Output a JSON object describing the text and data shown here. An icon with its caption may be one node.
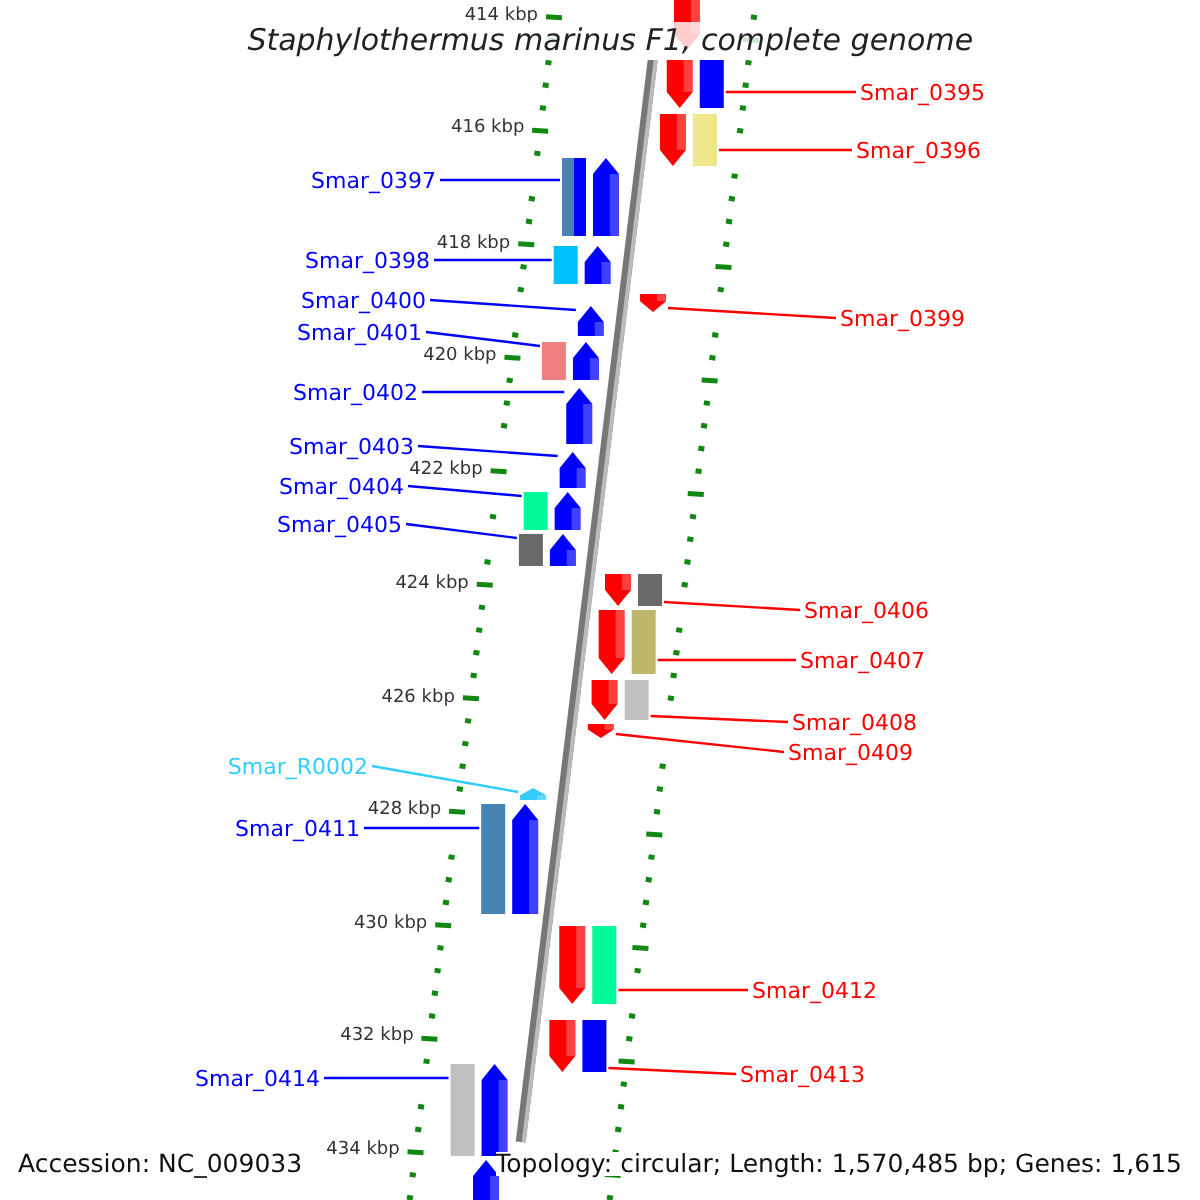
{
  "diagram": {
    "title": "Staphylothermus marinus F1, complete genome",
    "nodes": [
      {
        "text": [
          "Smar_0395"
        ]
      },
      {
        "text": [],
        "shape": "arrow"
      },
      {
        "text": [
          "Smar_0396"
        ]
      },
      {
        "text": [],
        "shape": "arrow"
      },
      {
        "text": [
          "Smar_0397"
        ]
      },
      {
        "text": [],
        "shape": "arrow"
      },
      {
        "text": [
          "Smar_0398"
        ]
      },
      {
        "text": [],
        "shape": "arrow"
      },
      {
        "text": [
          "Smar_0400"
        ]
      },
      {
        "text": [],
        "shape": "arrow"
      },
      {
        "text": [
          "Smar_0399"
        ]
      },
      {
        "text": [],
        "shape": "arrow"
      },
      {
        "text": [
          "Smar_0401"
        ]
      },
      {
        "text": [],
        "shape": "arrow"
      },
      {
        "text": [
          "Smar_0402"
        ]
      },
      {
        "text": [],
        "shape": "arrow"
      },
      {
        "text": [
          "Smar_0403"
        ]
      },
      {
        "text": [],
        "shape": "arrow"
      },
      {
        "text": [
          "Smar_0404"
        ]
      },
      {
        "text": [],
        "shape": "arrow"
      },
      {
        "text": [
          "Smar_0405"
        ]
      },
      {
        "text": [],
        "shape": "arrow"
      },
      {
        "text": [
          "Smar_0406"
        ]
      },
      {
        "text": [],
        "shape": "arrow"
      },
      {
        "text": [
          "Smar_0407"
        ]
      },
      {
        "text": [],
        "shape": "arrow"
      },
      {
        "text": [
          "Smar_0408"
        ]
      },
      {
        "text": [],
        "shape": "arrow"
      },
      {
        "text": [
          "Smar_0409"
        ]
      },
      {
        "text": [],
        "shape": "arrow"
      },
      {
        "text": [
          "Smar_R0002"
        ]
      },
      {
        "text": [],
        "shape": "arrow"
      },
      {
        "text": [
          "Smar_0411"
        ]
      },
      {
        "text": [],
        "shape": "arrow"
      },
      {
        "text": [
          "Smar_0412"
        ]
      },
      {
        "text": [],
        "shape": "arrow"
      },
      {
        "text": [
          "Smar_0413"
        ]
      },
      {
        "text": [],
        "shape": "arrow"
      },
      {
        "text": [
          "Smar_0414"
        ]
      },
      {
        "text": [],
        "shape": "arrow"
      },
      {
        "text": [],
        "shape": "arrow"
      },
      {
        "text": [],
        "shape": "arrow"
      }
    ],
    "edges": [
      {
        "from": 0,
        "to": 1,
        "arrow": "none",
        "color": "#ff0000"
      },
      {
        "from": 2,
        "to": 3,
        "arrow": "none",
        "color": "#ff0000"
      },
      {
        "from": 4,
        "to": 5,
        "arrow": "none"
      },
      {
        "from": 6,
        "to": 7,
        "arrow": "none"
      },
      {
        "from": 8,
        "to": 9,
        "arrow": "none"
      },
      {
        "from": 10,
        "to": 11,
        "arrow": "none",
        "color": "#ff0000"
      },
      {
        "from": 12,
        "to": 13,
        "arrow": "none"
      },
      {
        "from": 14,
        "to": 15,
        "arrow": "none"
      },
      {
        "from": 16,
        "to": 17,
        "arrow": "none"
      },
      {
        "from": 18,
        "to": 19,
        "arrow": "none"
      },
      {
        "from": 20,
        "to": 21,
        "arrow": "none"
      },
      {
        "from": 22,
        "to": 23,
        "arrow": "none",
        "color": "#ff0000"
      },
      {
        "from": 24,
        "to": 25,
        "arrow": "none",
        "color": "#ff0000"
      },
      {
        "from": 26,
        "to": 27,
        "arrow": "none",
        "color": "#ff0000"
      },
      {
        "from": 28,
        "to": 29,
        "arrow": "none",
        "color": "#ff0000"
      },
      {
        "from": 30,
        "to": 31,
        "arrow": "none",
        "color": "#33ccff"
      },
      {
        "from": 32,
        "to": 33,
        "arrow": "none"
      },
      {
        "from": 34,
        "to": 35,
        "arrow": "none",
        "color": "#ff0000"
      },
      {
        "from": 36,
        "to": 37,
        "arrow": "none",
        "color": "#ff0000"
      },
      {
        "from": 38,
        "to": 39,
        "arrow": "none"
      }
    ],
    "labels": [
      "414 kbp",
      "416 kbp",
      "418 kbp",
      "420 kbp",
      "422 kbp",
      "424 kbp",
      "426 kbp",
      "428 kbp",
      "430 kbp",
      "432 kbp",
      "434 kbp",
      "Accession: NC_009033",
      "Topology: circular; Length: 1,570,485 bp; Genes: 1,615"
    ]
  }
}
